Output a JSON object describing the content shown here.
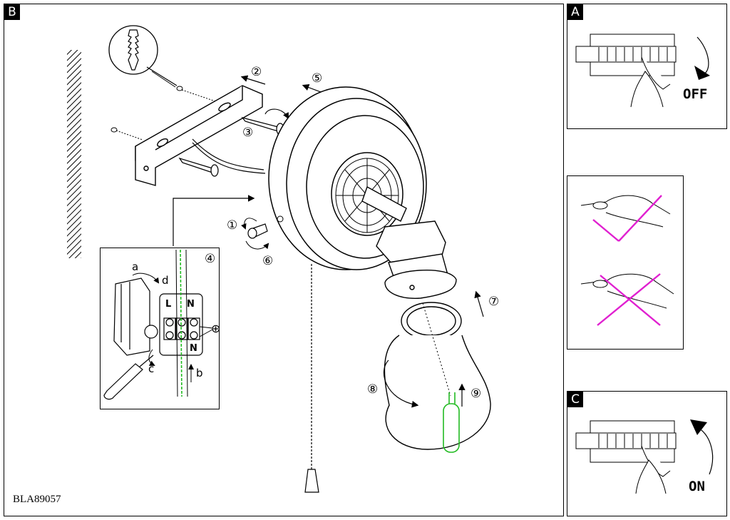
{
  "panels": {
    "main": {
      "tag": "B"
    },
    "off_panel": {
      "tag": "A",
      "switch_label": "OFF"
    },
    "on_panel": {
      "tag": "C",
      "switch_label": "ON"
    }
  },
  "steps": [
    "①",
    "②",
    "③",
    "④",
    "⑤",
    "⑥",
    "⑦",
    "⑧",
    "⑨"
  ],
  "wiring_inset": {
    "letters": [
      "a",
      "b",
      "c",
      "d"
    ],
    "terminals": [
      "L",
      "N"
    ],
    "earth_symbol": "⊕"
  },
  "model_code": "BLA89057",
  "colors": {
    "bulb": "#22bb22",
    "forbidden_cross": "#e020d0",
    "earth_wire": "#22bb22"
  }
}
